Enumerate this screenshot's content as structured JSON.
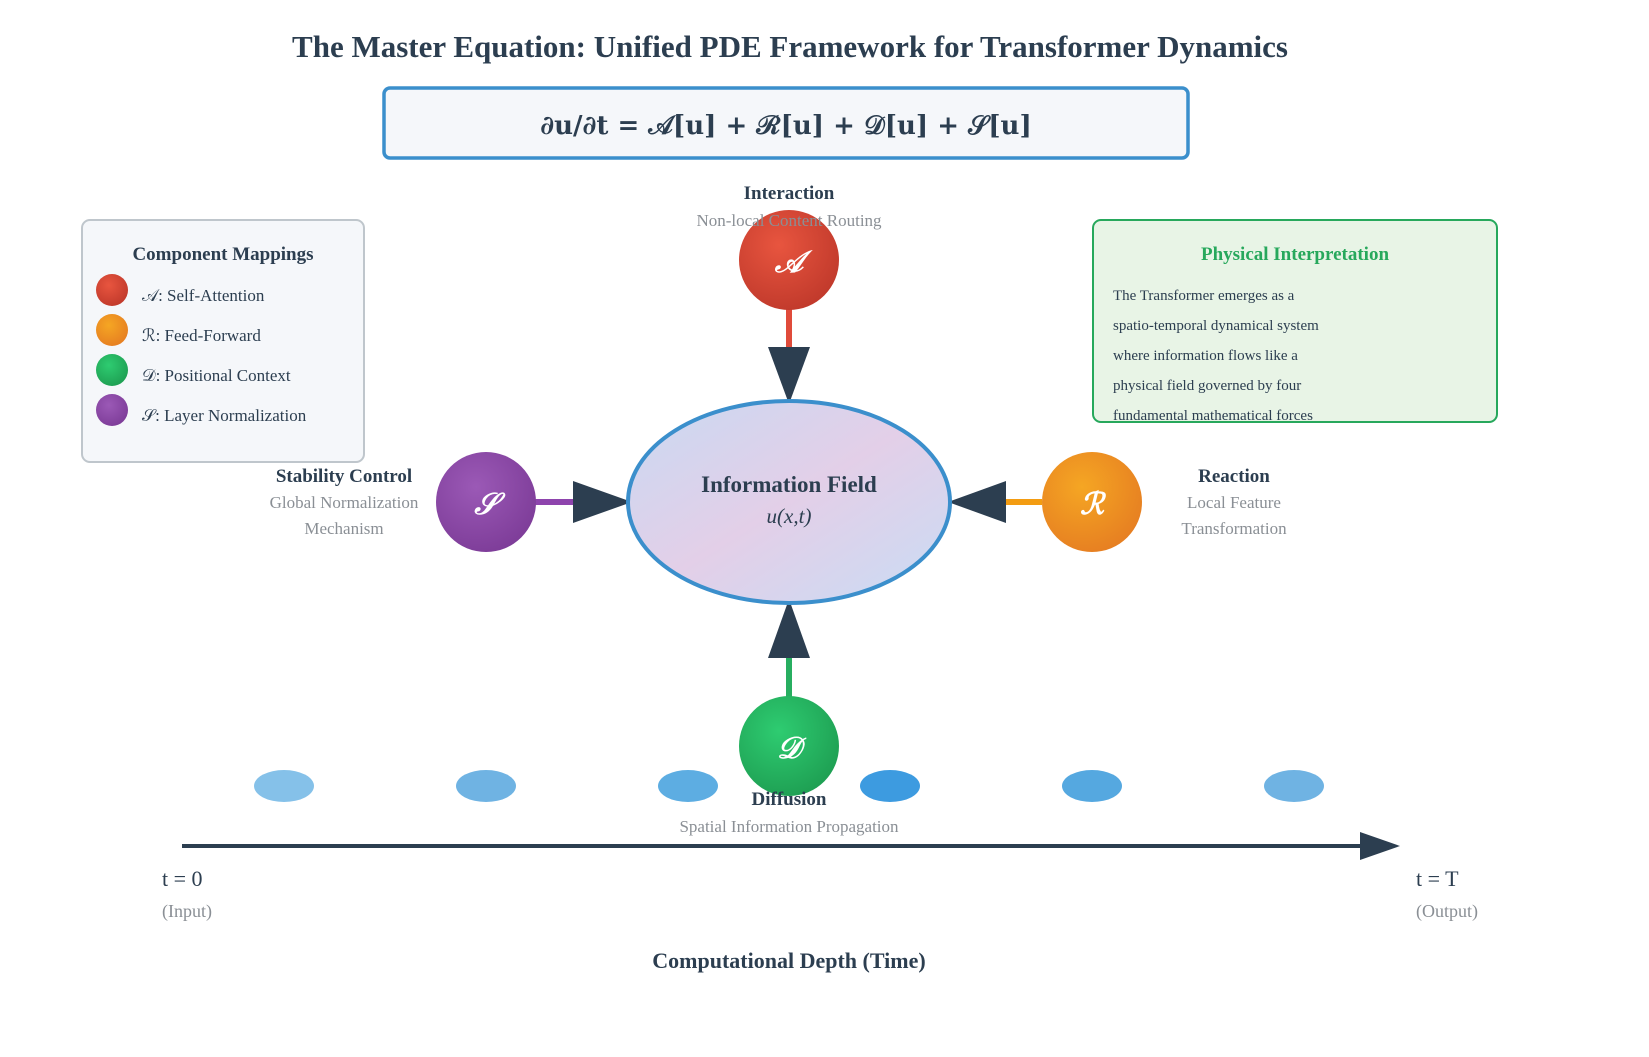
{
  "title": "The Master Equation: Unified PDE Framework for Transformer Dynamics",
  "equation": "∂u/∂t = 𝒜[u] + ℛ[u] + 𝒟[u] + 𝒮[u]",
  "center": {
    "title": "Information Field",
    "subtitle": "u(x,t)"
  },
  "nodes": {
    "interaction": {
      "letter": "𝒜",
      "title": "Interaction",
      "subtitle": "Non-local Content Routing",
      "color": "#e04b3a"
    },
    "reaction": {
      "letter": "ℛ",
      "title": "Reaction",
      "subtitle_line1": "Local Feature",
      "subtitle_line2": "Transformation",
      "color": "#f39c12"
    },
    "diffusion": {
      "letter": "𝒟",
      "title": "Diffusion",
      "subtitle": "Spatial Information Propagation",
      "color": "#27ae60"
    },
    "stability": {
      "letter": "𝒮",
      "title": "Stability Control",
      "subtitle_line1": "Global Normalization",
      "subtitle_line2": "Mechanism",
      "color": "#8e44ad"
    }
  },
  "legend": {
    "title": "Component Mappings",
    "items": [
      {
        "label": "𝒜: Self-Attention",
        "color": "#e04b3a"
      },
      {
        "label": "ℛ: Feed-Forward",
        "color": "#f39c12"
      },
      {
        "label": "𝒟: Positional Context",
        "color": "#27ae60"
      },
      {
        "label": "𝒮: Layer Normalization",
        "color": "#8e44ad"
      }
    ]
  },
  "physical": {
    "title": "Physical Interpretation",
    "lines": [
      "The Transformer emerges as a",
      "spatio-temporal dynamical system",
      "where information flows like a",
      "physical field governed by four",
      "fundamental mathematical forces"
    ]
  },
  "timeline": {
    "start_label": "t = 0",
    "start_sub": "(Input)",
    "end_label": "t = T",
    "end_sub": "(Output)",
    "axis_title": "Computational Depth (Time)"
  }
}
